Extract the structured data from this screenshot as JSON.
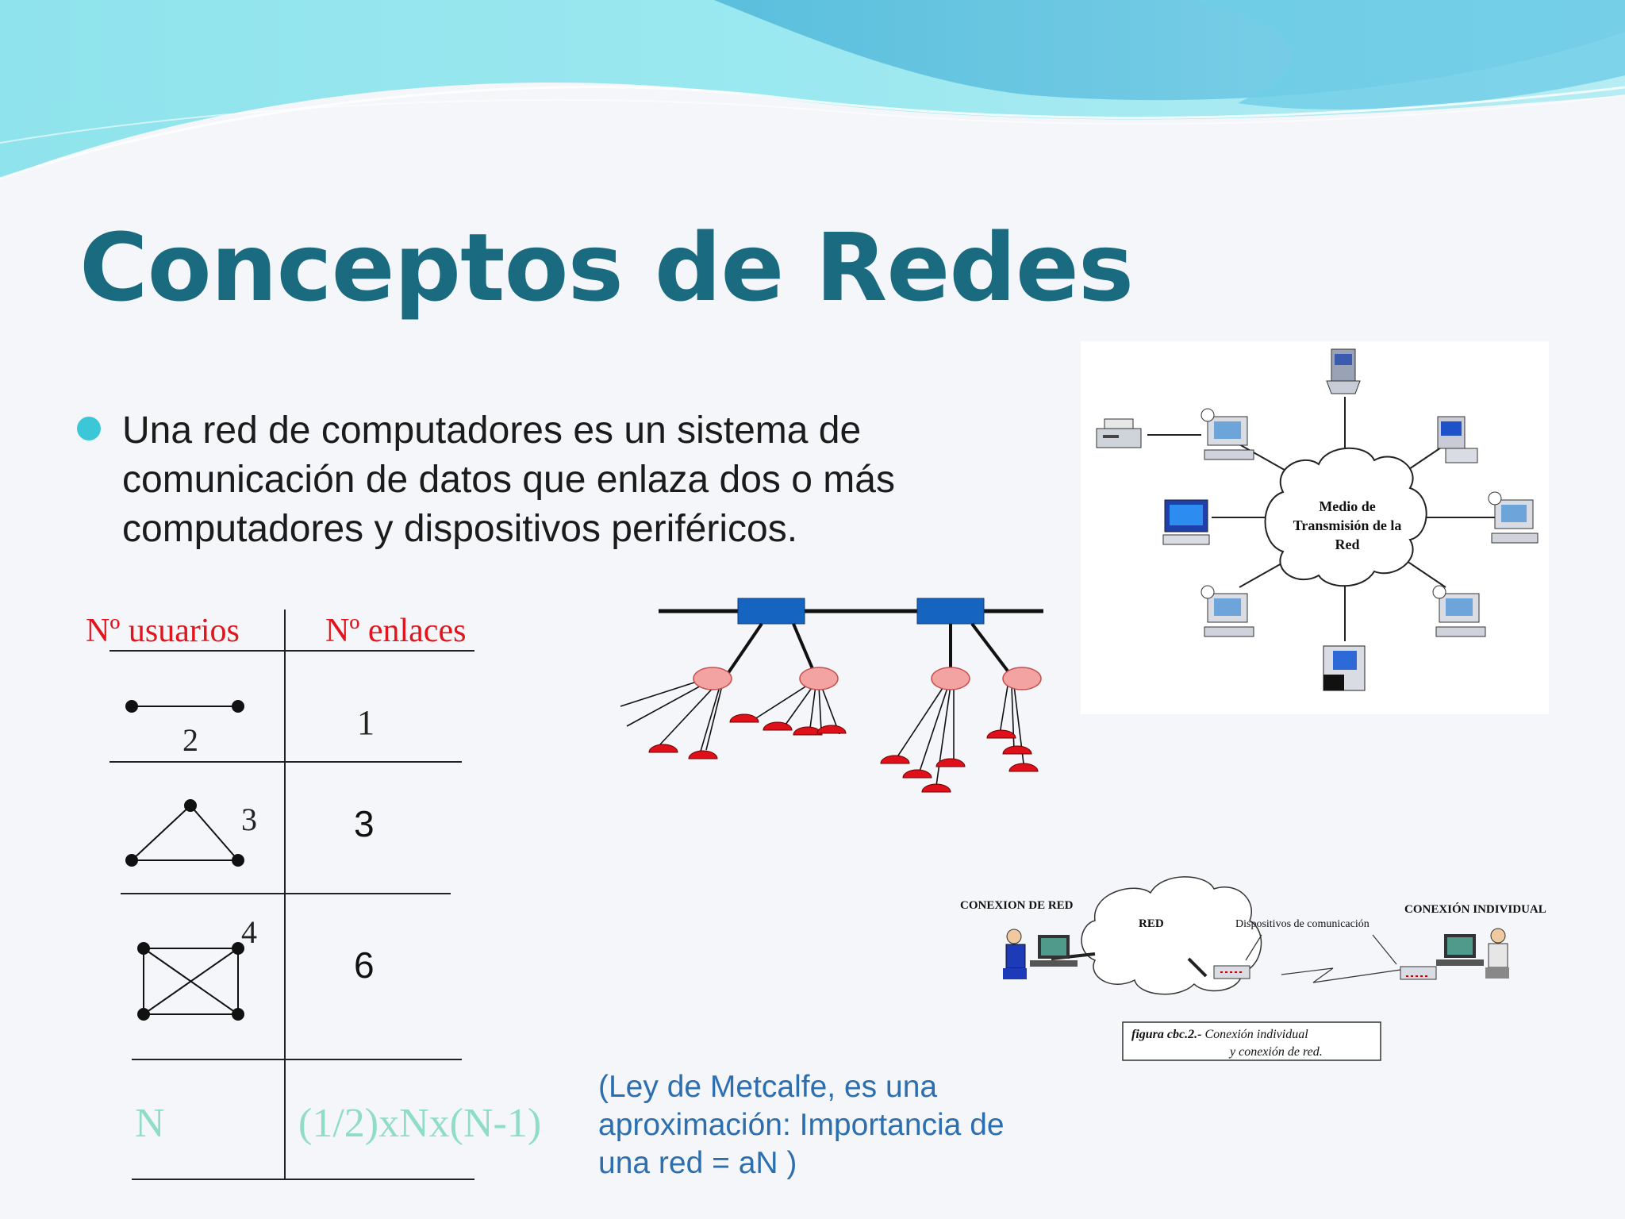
{
  "slide": {
    "title": "Conceptos de Redes",
    "bullet": "Una red de computadores es un sistema de comunicación de datos que enlaza dos o más computadores y dispositivos periféricos."
  },
  "table": {
    "header_users": "Nº usuarios",
    "header_links": "Nº enlaces",
    "rows": [
      {
        "users_label": "2",
        "links": "1"
      },
      {
        "users_label": "3",
        "links": "3"
      },
      {
        "users_label": "4",
        "links": "6"
      }
    ],
    "general_users": "N",
    "general_links": "(1/2)xNx(N-1)"
  },
  "metcalfe_note": "(Ley de Metcalfe, es una aproximación: Importancia de una red = aN  )",
  "network_diagram": {
    "center_line1": "Medio de",
    "center_line2": "Transmisión de la",
    "center_line3": "Red"
  },
  "connection_diagram": {
    "left_label": "CONEXION  DE RED",
    "cloud_label": "RED",
    "devices_label": "Dispositivos de comunicación",
    "right_label": "CONEXIÓN INDIVIDUAL",
    "caption_line1_bold": "figura cbc.2.-",
    "caption_line1": " Conexión individual",
    "caption_line2": "y conexión de red."
  },
  "colors": {
    "title": "#1a6a80",
    "header_red": "#e2141c",
    "general_row": "#8fdcc8",
    "note_blue": "#2c6fb1",
    "switch_blue": "#1565c0",
    "node_pink": "#f4a3a3",
    "phone_red": "#e0101a"
  }
}
